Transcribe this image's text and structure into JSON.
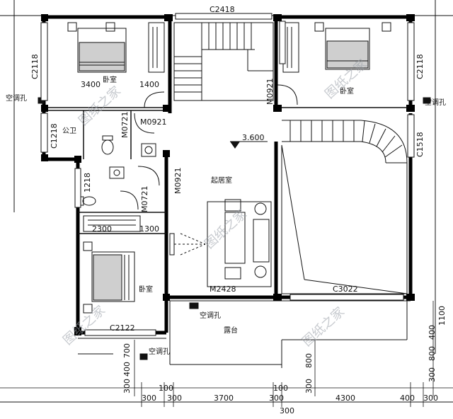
{
  "plan": {
    "level_mark": "3.600",
    "rooms": {
      "bedroom": "卧室",
      "public_bath": "公卫",
      "living": "起居室",
      "terrace": "露台",
      "ac_hole": "空调孔"
    },
    "windows": {
      "w_top": "C2418",
      "w_left_top": "C2118",
      "w_right_top": "C2118",
      "w_left_mid": "C1218",
      "w_small": "1218",
      "w_right_mid": "C1518",
      "w_bottom_left": "C2122",
      "w_bottom_right": "C3022"
    },
    "doors": {
      "d1": "M0921",
      "d2": "M0921",
      "d3": "M0921",
      "d4": "M0721",
      "d5": "M0721",
      "d6": "M2428"
    },
    "dims": {
      "d3400": "3400",
      "d1400": "1400",
      "d2300": "2300",
      "d1300": "1300",
      "b300a": "300",
      "b100a": "100",
      "b300b": "300",
      "b3700": "3700",
      "b300c": "300",
      "b100b": "100",
      "b4300": "4300",
      "b400": "400",
      "b300d": "300",
      "b300e": "300",
      "r1100": "1100",
      "r400": "400",
      "r800": "800",
      "r300": "300",
      "l400": "400",
      "l700": "700",
      "l300": "300",
      "m800": "800",
      "m300": "300"
    },
    "watermark": "图纸之家"
  }
}
